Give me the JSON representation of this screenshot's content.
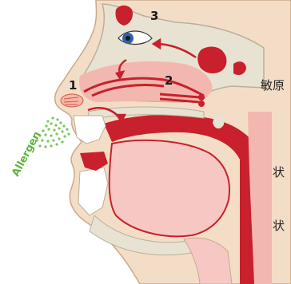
{
  "labels": {
    "allergen": "Allergen",
    "marker_1": "1",
    "marker_2": "2",
    "marker_3": "3"
  },
  "side_text": {
    "line_1": "敏原",
    "line_2": "状",
    "line_3": "状"
  },
  "colors": {
    "skin": "#f4ddc6",
    "bone": "#e7e2d2",
    "tissue_red": "#c8202c",
    "mucosa_pink": "#f2b8b0",
    "allergen_green": "#5db43a",
    "eye_blue": "#2b63b0"
  }
}
